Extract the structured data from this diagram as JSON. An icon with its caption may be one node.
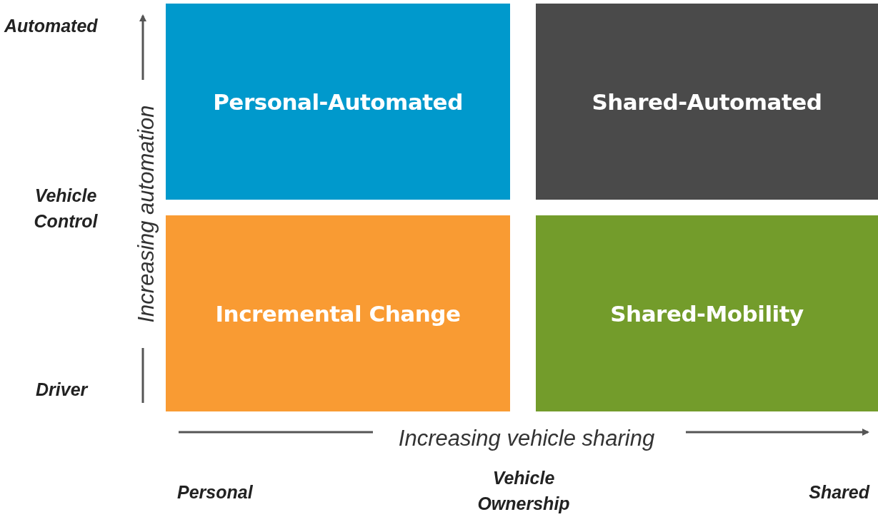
{
  "diagram": {
    "nodes": [
      {
        "text": [
          "Personal-Automated"
        ]
      },
      {
        "text": [
          "Shared-Automated"
        ]
      },
      {
        "text": [
          "Incremental Change"
        ]
      },
      {
        "text": [
          "Shared-Mobility"
        ]
      }
    ],
    "labels": [
      "Automated",
      "Vehicle Control",
      "Driver",
      "Increasing automation",
      "Increasing vehicle sharing",
      "Personal",
      "Vehicle Ownership",
      "Shared"
    ]
  }
}
